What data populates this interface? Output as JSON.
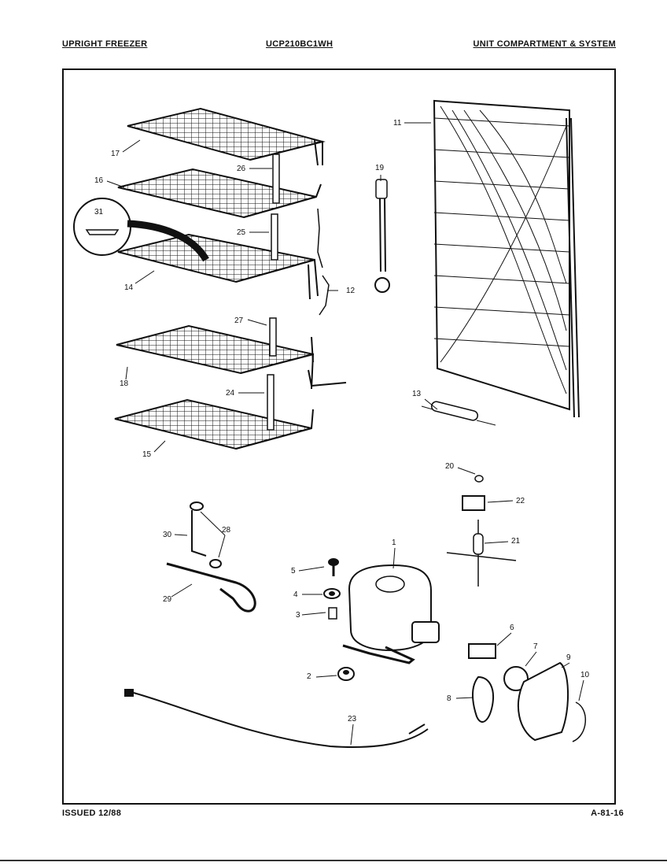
{
  "header": {
    "left": "UPRIGHT FREEZER",
    "center": "UCP210BC1WH",
    "right": "UNIT COMPARTMENT & SYSTEM"
  },
  "footer": {
    "left": "ISSUED 12/88",
    "right": "A-81-16"
  },
  "callouts": [
    "1",
    "2",
    "3",
    "4",
    "5",
    "6",
    "7",
    "8",
    "9",
    "10",
    "11",
    "12",
    "13",
    "14",
    "15",
    "16",
    "17",
    "18",
    "19",
    "20",
    "21",
    "22",
    "23",
    "24",
    "25",
    "26",
    "27",
    "28",
    "29",
    "30",
    "31"
  ]
}
